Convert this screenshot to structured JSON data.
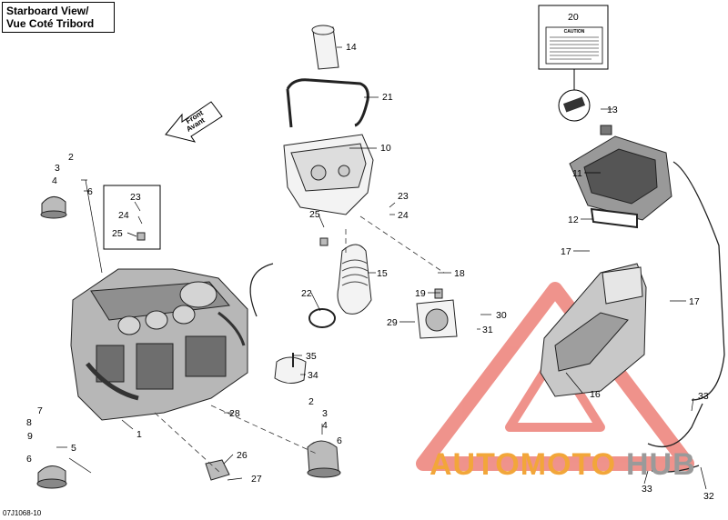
{
  "view_label": {
    "line1": "Starboard View/",
    "line2": "Vue Coté Tribord"
  },
  "front_label": {
    "line1": "Front",
    "line2": "Avant"
  },
  "caution_label": "CAUTION",
  "reference": "07J1068-10",
  "watermark": {
    "part1": "AUTOMOTO",
    "part2": "HUB"
  },
  "colors": {
    "watermark_red": "#e23a2e",
    "watermark_orange": "#f2a63a",
    "watermark_gray": "#9a9a9a"
  },
  "part_numbers": [
    "1",
    "2",
    "3",
    "4",
    "5",
    "6",
    "7",
    "8",
    "9",
    "10",
    "11",
    "12",
    "13",
    "14",
    "15",
    "16",
    "17",
    "18",
    "19",
    "20",
    "21",
    "22",
    "23",
    "24",
    "25",
    "26",
    "27",
    "28",
    "29",
    "30",
    "31",
    "32",
    "33",
    "34",
    "35"
  ],
  "callouts": [
    {
      "id": "14",
      "label": "14"
    },
    {
      "id": "21",
      "label": "21"
    },
    {
      "id": "10",
      "label": "10"
    },
    {
      "id": "20",
      "label": "20"
    },
    {
      "id": "13",
      "label": "13"
    },
    {
      "id": "11",
      "label": "11"
    },
    {
      "id": "12",
      "label": "12"
    },
    {
      "id": "17a",
      "label": "17"
    },
    {
      "id": "17b",
      "label": "17"
    },
    {
      "id": "2a",
      "label": "2"
    },
    {
      "id": "3a",
      "label": "3"
    },
    {
      "id": "4a",
      "label": "4"
    },
    {
      "id": "6a",
      "label": "6"
    },
    {
      "id": "23a",
      "label": "23"
    },
    {
      "id": "24a",
      "label": "24"
    },
    {
      "id": "25a",
      "label": "25"
    },
    {
      "id": "23b",
      "label": "23"
    },
    {
      "id": "24b",
      "label": "24"
    },
    {
      "id": "25b",
      "label": "25"
    },
    {
      "id": "15",
      "label": "15"
    },
    {
      "id": "18",
      "label": "18"
    },
    {
      "id": "19",
      "label": "19"
    },
    {
      "id": "22",
      "label": "22"
    },
    {
      "id": "29",
      "label": "29"
    },
    {
      "id": "30",
      "label": "30"
    },
    {
      "id": "31",
      "label": "31"
    },
    {
      "id": "35",
      "label": "35"
    },
    {
      "id": "34",
      "label": "34"
    },
    {
      "id": "1",
      "label": "1"
    },
    {
      "id": "7",
      "label": "7"
    },
    {
      "id": "8",
      "label": "8"
    },
    {
      "id": "9",
      "label": "9"
    },
    {
      "id": "5a",
      "label": "5"
    },
    {
      "id": "6b",
      "label": "6"
    },
    {
      "id": "28",
      "label": "28"
    },
    {
      "id": "26",
      "label": "26"
    },
    {
      "id": "27",
      "label": "27"
    },
    {
      "id": "2b",
      "label": "2"
    },
    {
      "id": "3b",
      "label": "3"
    },
    {
      "id": "4b",
      "label": "4"
    },
    {
      "id": "6c",
      "label": "6"
    },
    {
      "id": "16",
      "label": "16"
    },
    {
      "id": "33a",
      "label": "33"
    },
    {
      "id": "33b",
      "label": "33"
    },
    {
      "id": "32",
      "label": "32"
    }
  ]
}
